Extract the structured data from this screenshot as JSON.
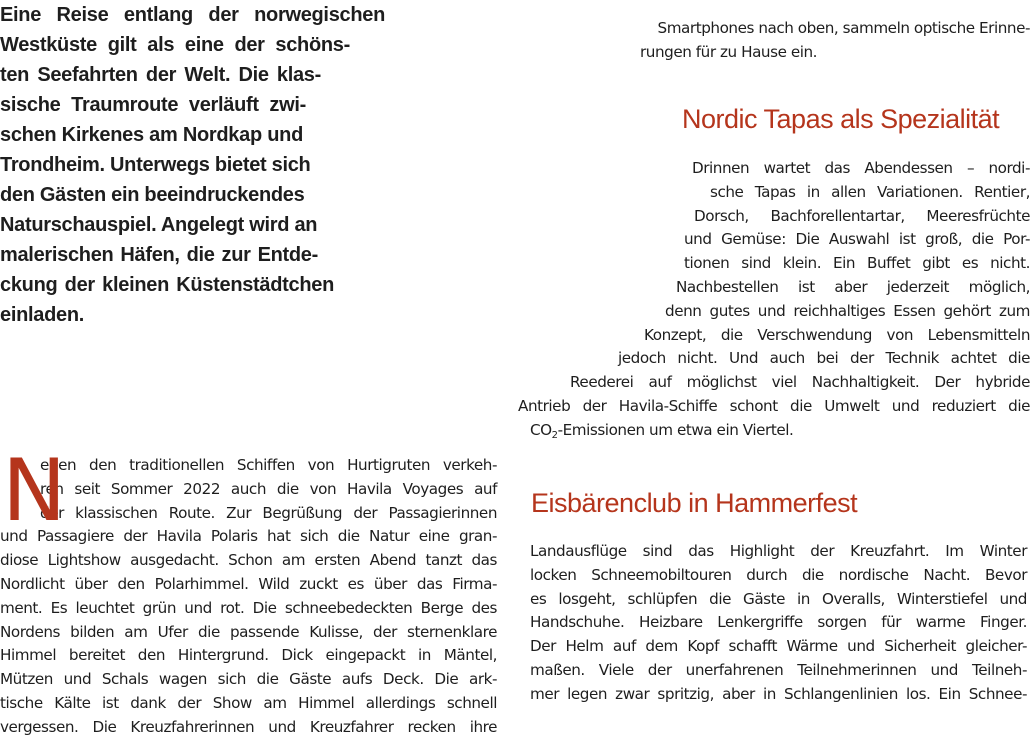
{
  "lead_lines": [
    "Eine Reise entlang der norwegischen",
    "Westküste gilt als eine der schöns-",
    "ten Seefahrten der Welt. Die klas-",
    "sische Traumroute verläuft zwi-",
    "schen Kirkenes am Nordkap und",
    "Trondheim. Unterwegs bietet sich",
    "den Gästen ein beeindruckendes",
    "Naturschauspiel. Angelegt wird an",
    "malerischen Häfen, die zur Entde-",
    "ckung der kleinen Küstenstädtchen",
    "einladen."
  ],
  "dropcap": "N",
  "left_body_lines": [
    "eben den traditionellen Schiffen von Hurtigruten verkeh-",
    "ren seit Sommer 2022 auch die von Havila Voyages auf",
    "der klassischen Route. Zur Begrüßung der Passagierinnen",
    "und Passagiere der Havila Polaris hat sich die Natur eine gran-",
    "diose Lightshow ausgedacht. Schon am ersten Abend tanzt das",
    "Nordlicht über den Polarhimmel. Wild zuckt es über das Firma-",
    "ment. Es leuchtet grün und rot. Die schneebedeckten Berge des",
    "Nordens bilden am Ufer die passende Kulisse, der sternenklare",
    "Himmel bereitet den Hintergrund. Dick eingepackt in Mäntel,",
    "Mützen und Schals wagen sich die Gäste aufs Deck. Die ark-",
    "tische Kälte ist dank der Show am Himmel allerdings schnell",
    "vergessen. Die Kreuzfahrerinnen und Kreuzfahrer recken ihre"
  ],
  "right_top_lines": [
    "Smartphones nach oben, sammeln optische Erinne-",
    "rungen für zu Hause ein."
  ],
  "heading_1": "Nordic Tapas als Spezialität",
  "tapas_lines": [
    "Drinnen wartet das Abendessen – nordi-",
    "sche Tapas in allen Variationen. Rentier,",
    "Dorsch, Bachforellentartar, Meeresfrüchte",
    "und Gemüse: Die Auswahl ist groß, die Por-",
    "tionen sind klein. Ein Buffet gibt es nicht.",
    "Nachbestellen ist aber jederzeit möglich,",
    "denn gutes und reichhaltiges Essen gehört zum",
    "Konzept, die Verschwendung von Lebensmitteln",
    "jedoch nicht. Und auch bei der Technik achtet die",
    "Reederei auf möglichst viel Nachhaltigkeit. Der hybride",
    "Antrieb der Havila-Schiffe schont die Umwelt und reduziert die"
  ],
  "co2_prefix": "CO",
  "co2_sub": "2",
  "co2_suffix": "-Emissionen um etwa ein Viertel.",
  "heading_2": "Eisbärenclub in Hammerfest",
  "hammerfest_lines": [
    "Landausflüge sind das Highlight der Kreuzfahrt. Im Winter",
    "locken Schneemobiltouren durch die nordische Nacht. Bevor",
    "es losgeht, schlüpfen die Gäste in Overalls, Winterstiefel und",
    "Handschuhe. Heizbare Lenkergriffe sorgen für warme Finger.",
    "Der Helm auf dem Kopf schafft Wärme und Sicherheit gleicher-",
    "maßen. Viele der unerfahrenen Teilnehmerinnen und Teilneh-",
    "mer legen zwar spritzig, aber in Schlangenlinien los. Ein Schnee-"
  ]
}
